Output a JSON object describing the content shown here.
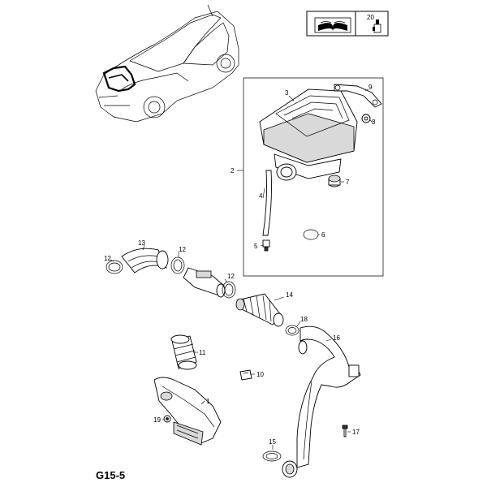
{
  "diagram_code": "G15-5",
  "header_box": {
    "book_icon": "book-icon",
    "ref_number": "20",
    "bottle_icon": "bottle-icon"
  },
  "labels": {
    "l1": "1",
    "l2": "2",
    "l3": "3",
    "l4": "4",
    "l5": "5",
    "l6": "6",
    "l7": "7",
    "l8": "8",
    "l9": "9",
    "l10": "10",
    "l11": "11",
    "l12a": "12",
    "l12b": "12",
    "l12c": "12",
    "l13": "13",
    "l14": "14",
    "l15": "15",
    "l16": "16",
    "l17": "17",
    "l18": "18",
    "l19": "19"
  },
  "colors": {
    "line": "#000000",
    "highlight": "#000000",
    "fill": "#ffffff"
  }
}
